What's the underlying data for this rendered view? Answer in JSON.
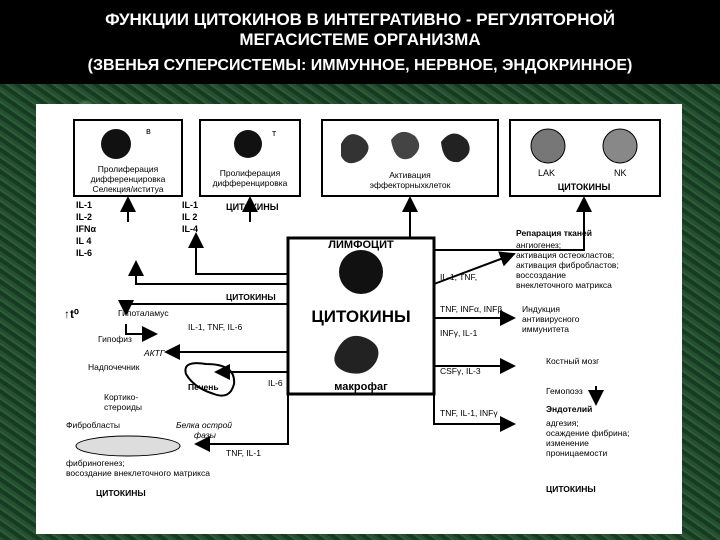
{
  "title": {
    "line1": "ФУНКЦИИ ЦИТОКИНОВ В ИНТЕГРАТИВНО - РЕГУЛЯТОРНОЙ",
    "line2": "МЕГАСИСТЕМЕ ОРГАНИЗМА",
    "line3": "(ЗВЕНЬЯ СУПЕРСИСТЕМЫ: ИММУННОЕ, НЕРВНОЕ, ЭНДОКРИННОЕ)"
  },
  "colors": {
    "background": "#1e4a2a",
    "title_bg": "#000000",
    "title_text": "#ffffff",
    "panel": "#ffffff"
  },
  "boxes": {
    "b_cell": {
      "letter": "в",
      "line1": "Пролиферация",
      "line2": "дифференцировка",
      "line3": "Селекция/иституа"
    },
    "t_cell": {
      "letter": "т",
      "line1": "Пролиферация",
      "line2": "дифференцировка"
    },
    "effector": {
      "line1": "Активация",
      "line2": "эффекторныхклеток"
    },
    "lak_nk": {
      "lak": "LAK",
      "nk": "NK",
      "label": "ЦИТОКИНЫ"
    }
  },
  "left_lists": {
    "b_list": [
      "IL-1",
      "IL-2",
      "IFNα",
      "IL 4",
      "IL-6"
    ],
    "t_list": [
      "IL-1",
      "IL 2",
      "IL-4"
    ],
    "t_label": "ЦИТОКИНЫ"
  },
  "center": {
    "lymphocyte": "ЛИМФОЦИТ",
    "cytokines": "ЦИТОКИНЫ",
    "macrophage": "макрофаг"
  },
  "left_side": {
    "temp": "↑t⁰",
    "hypothalamus": "Гипоталамус",
    "hypophysis": "Гипофиз",
    "acth": "АКТГ",
    "adrenal": "Надпочечник",
    "corticosteroids1": "Кортико-",
    "corticosteroids2": "стероиды",
    "liver": "Печень",
    "acute_phase1": "Белка острой",
    "acute_phase2": "фазы",
    "fibroblasts": "Фибробласты",
    "fibrinogenesis1": "фибриногенез;",
    "fibrinogenesis2": "восоздание внеклеточного матрикса",
    "bottom_cytokines": "ЦИТОКИНЫ",
    "cyt_hypothalamus": "ЦИТОКИНЫ",
    "il1_tnf_il6": "IL-1, TNF, IL-6",
    "il6": "IL-6",
    "tnf_il1": "TNF, IL-1"
  },
  "right_side": {
    "repair_title": "Репарация тканей",
    "repair_items": [
      "ангиогенез;",
      "активация остеокластов;",
      "активация фибробластов;",
      "воссоздание",
      "внеклеточного матрикса"
    ],
    "il1_tnf": "IL-1, TNF,",
    "tnf_inf": "TNF, INFα, INFβ",
    "infy_il1": "INFγ, IL-1",
    "antiviral1": "Индукция",
    "antiviral2": "антивирусного",
    "antiviral3": "иммунитета",
    "csf_il3": "CSFγ, IL-3",
    "bone_marrow": "Костный мозг",
    "hemopoiesis": "Гемопоэз",
    "tnf_il1_infy": "TNF, IL-1, INFγ",
    "endothelium": "Эндотелий",
    "endo_items": [
      "адгезия;",
      "осаждение фибрина;",
      "изменение",
      "проницаемости"
    ],
    "bottom_cytokines": "ЦИТОКИНЫ"
  }
}
